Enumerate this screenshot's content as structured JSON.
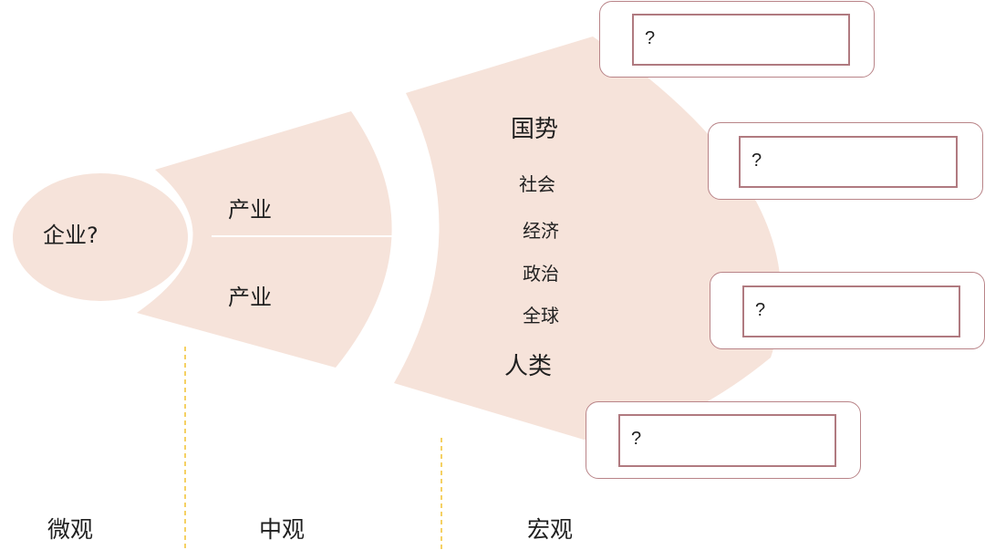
{
  "colors": {
    "sector_fill": "#f6e3da",
    "box_border": "#b98488",
    "divider_dash": "#f2c230"
  },
  "center": {
    "label": "企业?"
  },
  "middle": {
    "top_label": "产业",
    "bottom_label": "产业"
  },
  "macro": {
    "title_top": "国势",
    "items": [
      "社会",
      "经济",
      "政治",
      "全球"
    ],
    "title_bottom": "人类"
  },
  "boxes": [
    {
      "label": "?"
    },
    {
      "label": "?"
    },
    {
      "label": "?"
    },
    {
      "label": "?"
    }
  ],
  "footer": {
    "micro": "微观",
    "meso": "中观",
    "macro": "宏观"
  }
}
